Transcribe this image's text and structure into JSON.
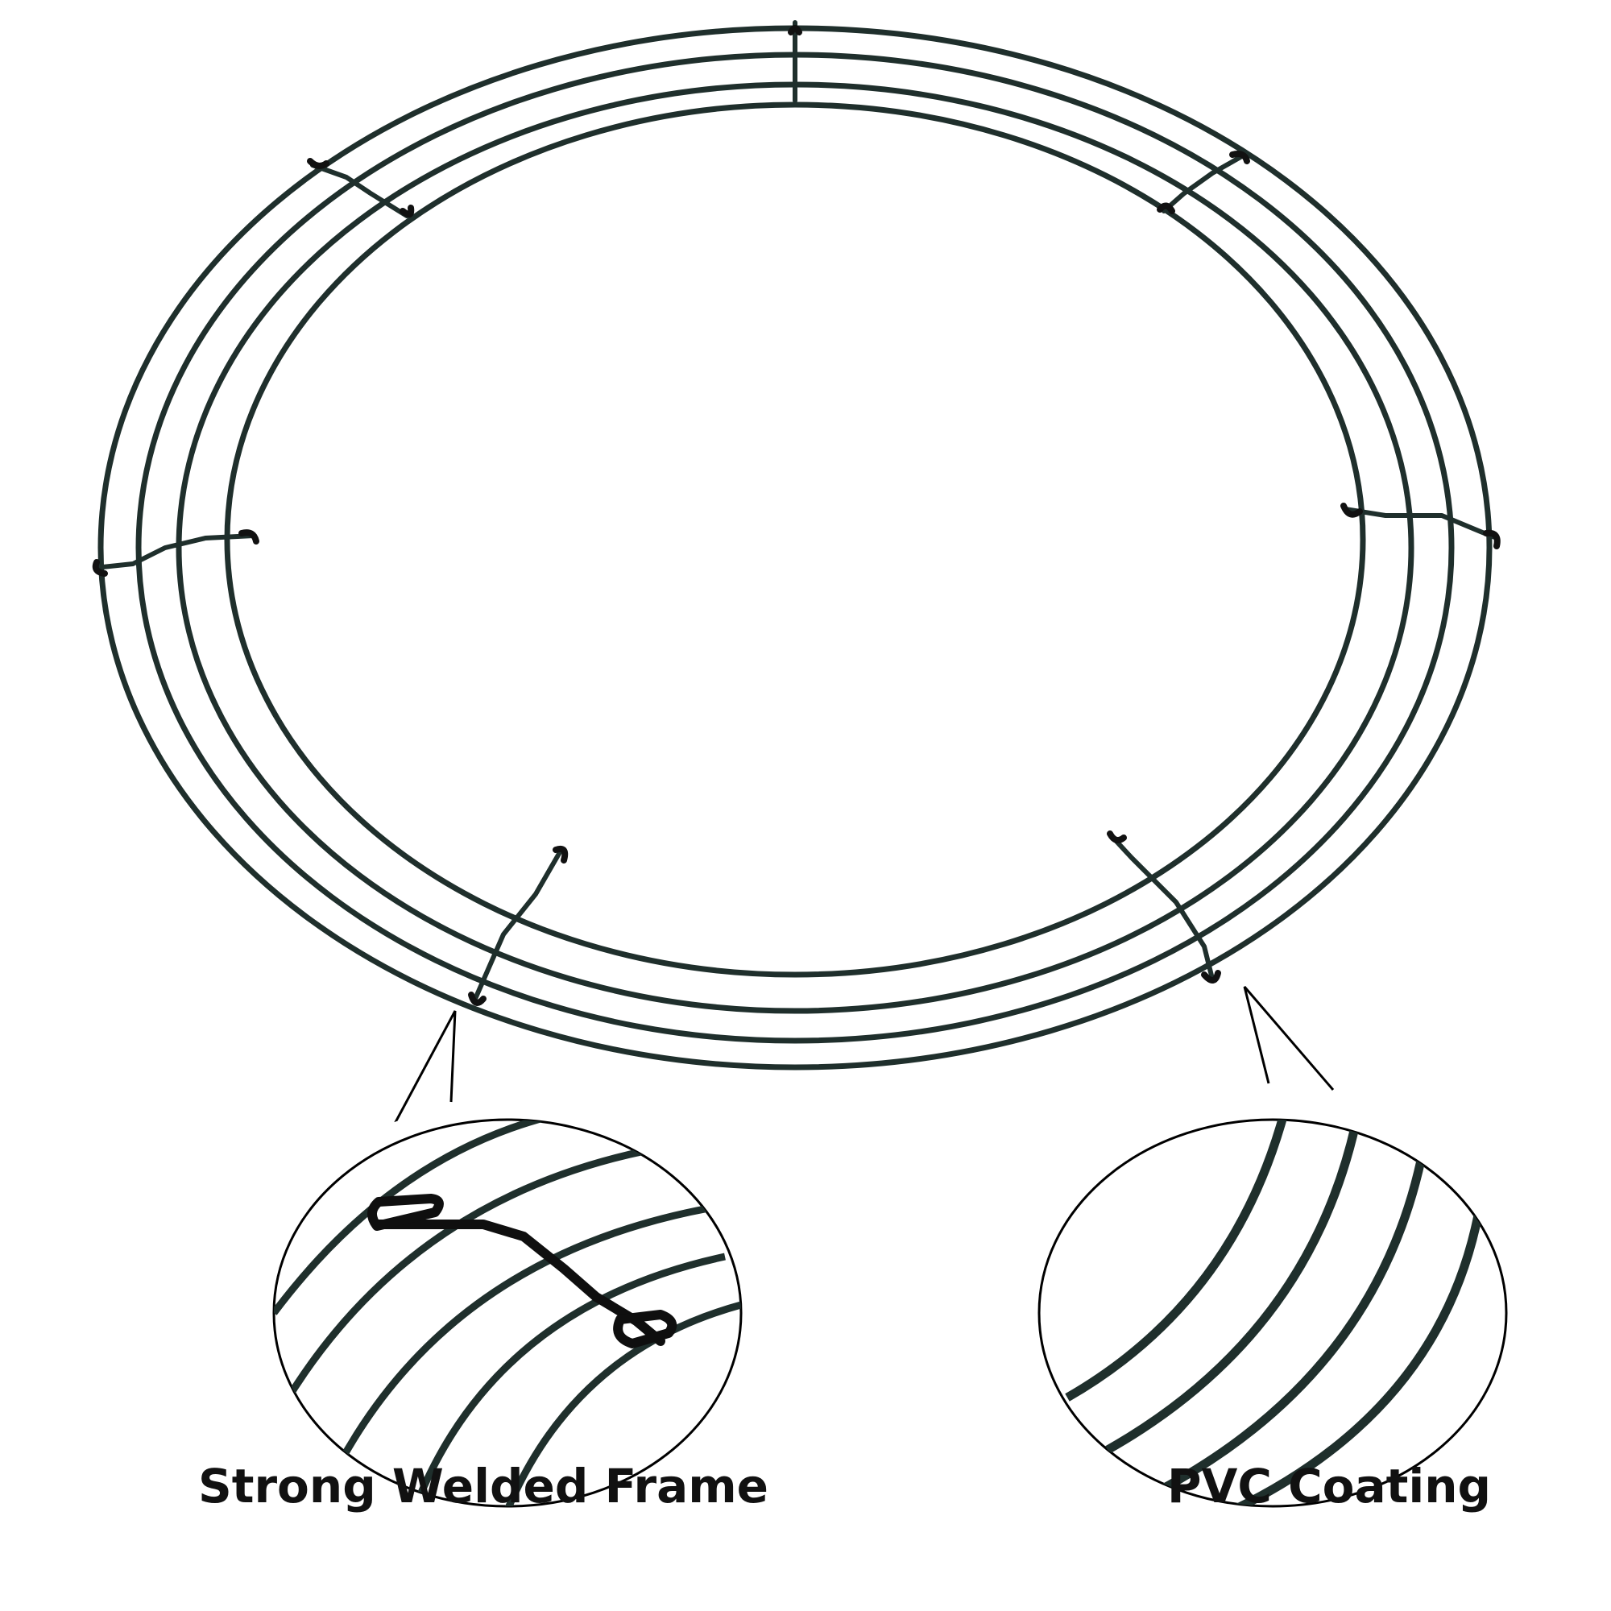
{
  "product": {
    "name": "wire wreath frame",
    "wire_color": "#1f2f2c",
    "outline_color": "#000000",
    "background_color": "#ffffff"
  },
  "callouts": [
    {
      "caption": "Strong Welded Frame",
      "detail": "welded-joint"
    },
    {
      "caption": "PVC Coating",
      "detail": "coated-wires"
    }
  ]
}
